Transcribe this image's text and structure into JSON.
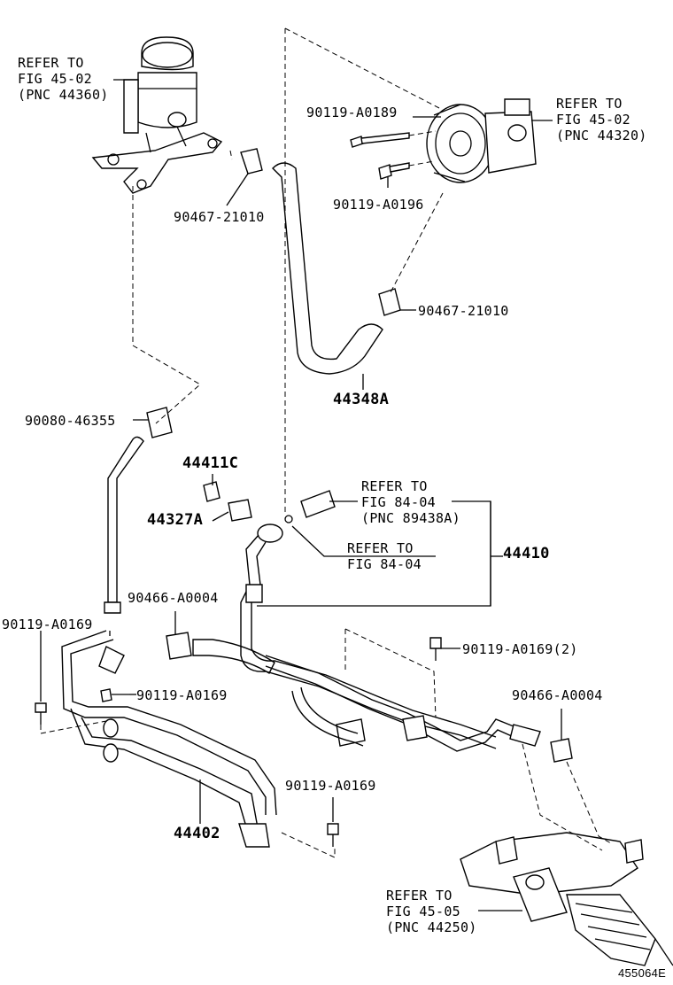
{
  "labels": {
    "ref_reservoir": [
      "REFER TO",
      "FIG 45-02",
      "(PNC 44360)"
    ],
    "ref_pump": [
      "REFER TO",
      "FIG 45-02",
      "(PNC 44320)"
    ],
    "bolt_a0189": "90119-A0189",
    "bolt_a0196": "90119-A0196",
    "clip_21010_top": "90467-21010",
    "clip_21010_right": "90467-21010",
    "hose_44348a": "44348A",
    "clip_46355": "90080-46355",
    "union_44411c": "44411C",
    "gasket_44327a": "44327A",
    "ref_sensor": [
      "REFER TO",
      "FIG 84-04",
      "(PNC 89438A)"
    ],
    "ref_fig8404": [
      "REFER TO",
      "FIG 84-04"
    ],
    "assy_44410": "44410",
    "clamp_a0004_left": "90466-A0004",
    "bolt_a0169_left": "90119-A0169",
    "bolt_a0169_mid": "90119-A0169",
    "bolt_a0169_2": "90119-A0169(2)",
    "clamp_a0004_right": "90466-A0004",
    "bolt_a0169_low": "90119-A0169",
    "tube_44402": "44402",
    "ref_gear": [
      "REFER TO",
      "FIG 45-05",
      "(PNC 44250)"
    ],
    "diagram_number": "455064E"
  }
}
